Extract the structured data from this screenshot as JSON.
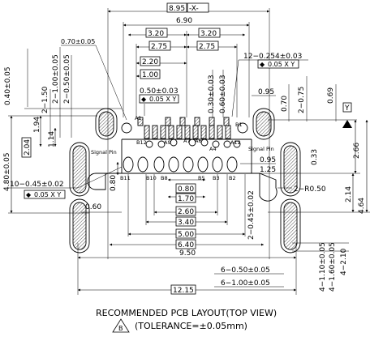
{
  "drawing": {
    "title": "RECOMMENDED  PCB  LAYOUT(TOP  VIEW)",
    "tolerance": "(TOLERANCE=±0.05mm)",
    "revision_mark": "B",
    "datum_y": "Y",
    "datum_x": "-X-"
  },
  "dims": {
    "d_895": "8.95",
    "d_690": "6.90",
    "d_320a": "3.20",
    "d_320b": "3.20",
    "d_275a": "2.75",
    "d_275b": "2.75",
    "d_220": "2.20",
    "d_100": "1.00",
    "d_050_003": "0.50±0.03",
    "fcf_050xy_a": "0.05 X Y",
    "d_030_003": "0.30±0.03",
    "d_060_003": "0.60±0.03",
    "d_12_0254": "12−0.254±0.03",
    "fcf_005xy_b": "0.05 X Y",
    "d_070_005": "0.70±0.05",
    "d_040_005": "0.40±0.05",
    "d_2_150": "2−1.50",
    "d_2_100_005": "2−1.00±0.05",
    "d_2_050_005": "2−0.50±0.05",
    "d_095a": "0.95",
    "d_070": "0.70",
    "d_2_075": "2−0.75",
    "d_069": "0.69",
    "d_194": "1.94",
    "d_114": "1.14",
    "d_204": "2.04",
    "d_480_005": "4.80±0.05",
    "d_10_045": "10−0.45±0.02",
    "fcf_005xy_c": "0.05 X Y",
    "d_080": "0.80",
    "d_060": "0.60",
    "d_095b": "0.95",
    "d_125": "1.25",
    "d_033": "0.33",
    "d_266": "2.66",
    "d_2_r050": "2−R0.50",
    "d_214": "2.14",
    "d_464": "4.64",
    "d_2_045_002": "2−0.45±0.02",
    "d_080b": "0.80",
    "d_170": "1.70",
    "d_260": "2.60",
    "d_340": "3.40",
    "d_500": "5.00",
    "d_640": "6.40",
    "d_950": "9.50",
    "d_4_110": "4−1.10±0.05",
    "d_4_160": "4−1.60±0.05",
    "d_4_210": "4−2.10",
    "d_6_050": "6−0.50±0.05",
    "d_6_100": "6−1.00±0.05",
    "d_1215": "12.15"
  },
  "pins": {
    "a1": "A1",
    "a12": "A12",
    "b1": "B1",
    "b12": "B12",
    "a9": "A9",
    "a7": "A7",
    "a6": "A6",
    "a4": "A4",
    "b11": "B11",
    "b10": "B10",
    "b8": "B8",
    "b5": "B5",
    "b3": "B3",
    "b2": "B2",
    "signal_left": "Signal Pin",
    "signal_right": "Signal Pin"
  }
}
